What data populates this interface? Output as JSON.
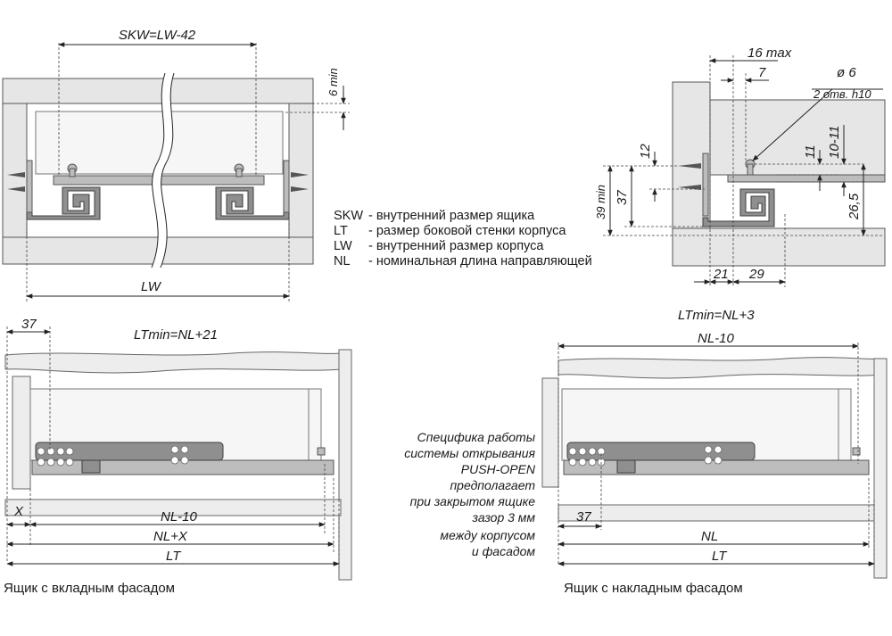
{
  "top_left": {
    "skw_label": "SKW=LW-42",
    "gap_label": "6 min",
    "lw_label": "LW"
  },
  "legend": [
    {
      "abbr": "SKW",
      "desc": "- внутренний размер ящика"
    },
    {
      "abbr": "LT",
      "desc": "- размер боковой стенки корпуса"
    },
    {
      "abbr": "LW",
      "desc": "- внутренний размер корпуса"
    },
    {
      "abbr": "NL",
      "desc": "- номинальная длина направляющей"
    }
  ],
  "top_right": {
    "max16": "16 max",
    "d7": "7",
    "hole_dia": "ø 6",
    "hole_note": "2 отв. h10",
    "d12": "12",
    "d37": "37",
    "d39": "39 min",
    "d11": "11",
    "d10_11": "10-11",
    "d26_5": "26,5",
    "d21": "21",
    "d29": "29"
  },
  "bottom_left": {
    "d37": "37",
    "lt_min": "LTmin=NL+21",
    "x": "X",
    "nl10": "NL-10",
    "nlx": "NL+X",
    "lt": "LT",
    "caption": "Ящик с вкладным фасадом"
  },
  "bottom_right": {
    "lt_min": "LTmin=NL+3",
    "nl10": "NL-10",
    "d37": "37",
    "nl": "NL",
    "lt": "LT",
    "caption": "Ящик с накладным фасадом"
  },
  "push_open_note": [
    "Специфика работы",
    "системы открывания",
    "PUSH-OPEN",
    "предполагает",
    "при закрытом ящике",
    "зазор 3 мм",
    "между корпусом",
    "и фасадом"
  ]
}
